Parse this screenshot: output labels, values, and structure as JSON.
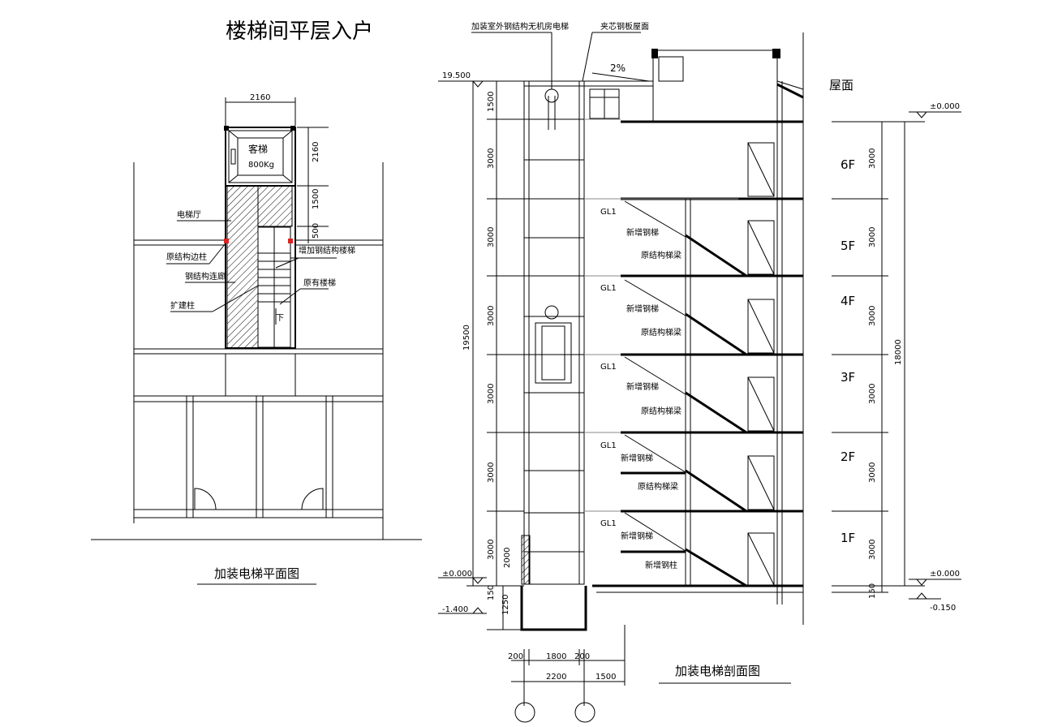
{
  "plan": {
    "title": "楼梯间平层入户",
    "caption": "加装电梯平面图",
    "car_label": "客梯",
    "car_capacity": "800Kg",
    "dims": {
      "shaft_width": "2160",
      "shaft_depth": "2160",
      "hall_depth": "1500",
      "gap": "500"
    },
    "notes": {
      "hall": "电梯厅",
      "orig_col": "原结构边柱",
      "steel_corridor": "钢结构连廊",
      "new_col": "扩建柱",
      "new_stair": "增加钢结构楼梯",
      "orig_stair": "原有楼梯",
      "down": "下"
    }
  },
  "section": {
    "caption": "加装电梯剖面图",
    "top_note_1": "加装室外钢结构无机房电梯",
    "top_note_2": "夹芯钢板屋面",
    "slope": "2%",
    "roof_label": "屋面",
    "floors": [
      "6F",
      "5F",
      "4F",
      "3F",
      "2F",
      "1F"
    ],
    "left_dims": [
      "1500",
      "3000",
      "3000",
      "3000",
      "3000",
      "3000",
      "3000"
    ],
    "total_height": "19500",
    "right_dims": [
      "3000",
      "3000",
      "3000",
      "3000",
      "3000",
      "3000",
      "150"
    ],
    "right_total": "18000",
    "elevations": {
      "top": "19.500",
      "ground": "±0.000",
      "pit": "-1.400",
      "roof_right": "±0.000",
      "ground_right": "±0.000",
      "outside_right": "-0.150"
    },
    "pit_dims": {
      "d150": "150",
      "d1250": "1250",
      "d2000": "2000"
    },
    "bottom_dims": {
      "w200a": "200",
      "w1800": "1800",
      "w200b": "200",
      "w2200": "2200",
      "w1500": "1500"
    },
    "gl_label": "GL1",
    "stair_notes": {
      "new_stair": "新增钢梯",
      "orig_beam": "原结构梯梁",
      "new_col": "新增钢柱"
    }
  }
}
